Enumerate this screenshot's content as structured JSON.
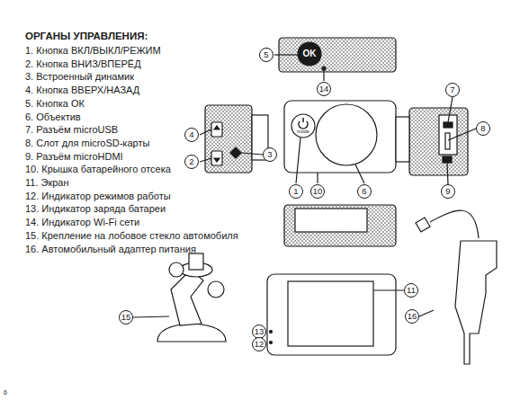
{
  "diagram": {
    "title": "ОРГАНЫ УПРАВЛЕНИЯ:",
    "nodes": [
      {
        "text": [
          "5"
        ]
      },
      {
        "text": [
          "7"
        ]
      },
      {
        "text": [
          "14"
        ]
      },
      {
        "text": [
          "8"
        ]
      },
      {
        "text": [
          "4"
        ]
      },
      {
        "text": [
          "3"
        ]
      },
      {
        "text": [
          "2"
        ]
      },
      {
        "text": [
          "1"
        ]
      },
      {
        "text": [
          "10"
        ]
      },
      {
        "text": [
          "6"
        ]
      },
      {
        "text": [
          "9"
        ]
      },
      {
        "text": [
          "11"
        ]
      },
      {
        "text": [
          "16"
        ]
      },
      {
        "text": [
          "15"
        ]
      },
      {
        "text": [
          "13"
        ]
      },
      {
        "text": [
          "12"
        ]
      }
    ],
    "labels": [
      "1. Кнопка ВКЛ/ВЫКЛ/РЕЖИМ",
      "2. Кнопка ВНИЗ/ВПЕРЁД",
      "3. Встроенный динамик",
      "4. Кнопка ВВЕРХ/НАЗАД",
      "5. Кнопка ОК",
      "6. Объектив",
      "7. Разъём microUSB",
      "8. Слот для microSD-карты",
      "9. Разъём microHDMI",
      "10. Крышка батарейного отсека",
      "11. Экран",
      "12. Индикатор режимов работы",
      "13. Индикатор заряда батареи",
      "14. Индикатор Wi-Fi сети",
      "15. Крепление на лобовое стекло автомобиля",
      "16. Автомобильный адаптер питания",
      "OK",
      "mode",
      "6"
    ]
  }
}
